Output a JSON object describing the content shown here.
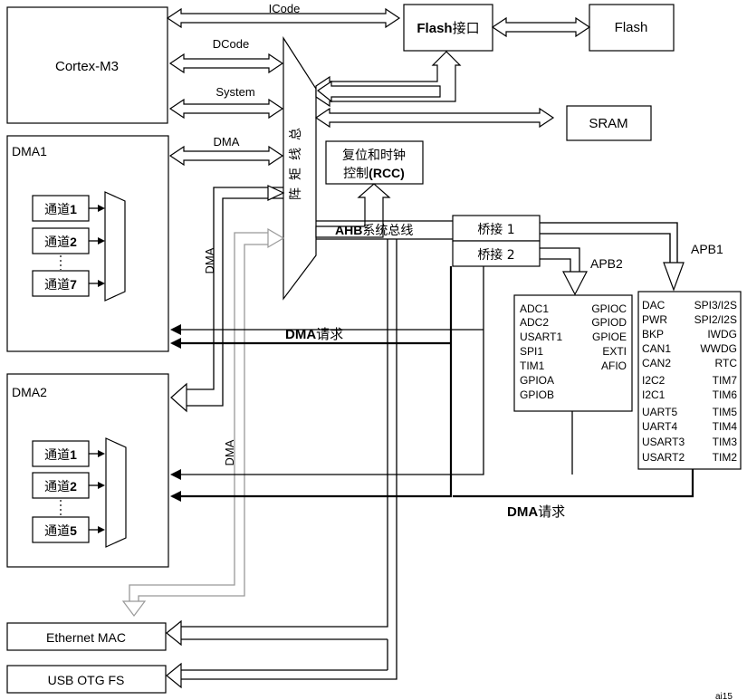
{
  "cortex": "Cortex-M3",
  "buses": {
    "icode": "ICode",
    "dcode": "DCode",
    "system": "System",
    "dma": "DMA"
  },
  "flash_if": {
    "bold": "Flash",
    "rest": "接口"
  },
  "flash": "Flash",
  "sram": "SRAM",
  "bus_matrix": [
    "总",
    "线",
    "矩",
    "阵"
  ],
  "rcc": {
    "line1": "复位和时钟",
    "line2_prefix": "控制",
    "line2_bold": "(RCC)"
  },
  "ahb_label": {
    "bold": "AHB",
    "rest": "系统总线"
  },
  "bridge1": "桥接 1",
  "bridge2": "桥接 2",
  "apb1": "APB1",
  "apb2": "APB2",
  "dma1": {
    "title": "DMA1",
    "channels": [
      {
        "cn": "通道",
        "num": "1"
      },
      {
        "cn": "通道",
        "num": "2"
      },
      {
        "cn": "通道",
        "num": "7"
      }
    ]
  },
  "dma2": {
    "title": "DMA2",
    "channels": [
      {
        "cn": "通道",
        "num": "1"
      },
      {
        "cn": "通道",
        "num": "2"
      },
      {
        "cn": "通道",
        "num": "5"
      }
    ]
  },
  "dma_side_label": "DMA",
  "dma_request": {
    "bold": "DMA",
    "rest": "请求"
  },
  "apb2_left": [
    "ADC1",
    "ADC2",
    "USART1",
    "SPI1",
    "TIM1",
    "GPIOA",
    "GPIOB"
  ],
  "apb2_right": [
    "GPIOC",
    "GPIOD",
    "GPIOE",
    "EXTI",
    "AFIO"
  ],
  "apb1_left": [
    "DAC",
    "PWR",
    "BKP",
    "CAN1",
    "CAN2",
    "I2C2",
    "I2C1",
    "UART5",
    "UART4",
    "USART3",
    "USART2"
  ],
  "apb1_right": [
    "SPI3/I2S",
    "SPI2/I2S",
    "IWDG",
    "WWDG",
    "RTC",
    "TIM7",
    "TIM6",
    "TIM5",
    "TIM4",
    "TIM3",
    "TIM2"
  ],
  "ethernet": "Ethernet MAC",
  "usb": "USB OTG FS",
  "footnote": "ai15"
}
